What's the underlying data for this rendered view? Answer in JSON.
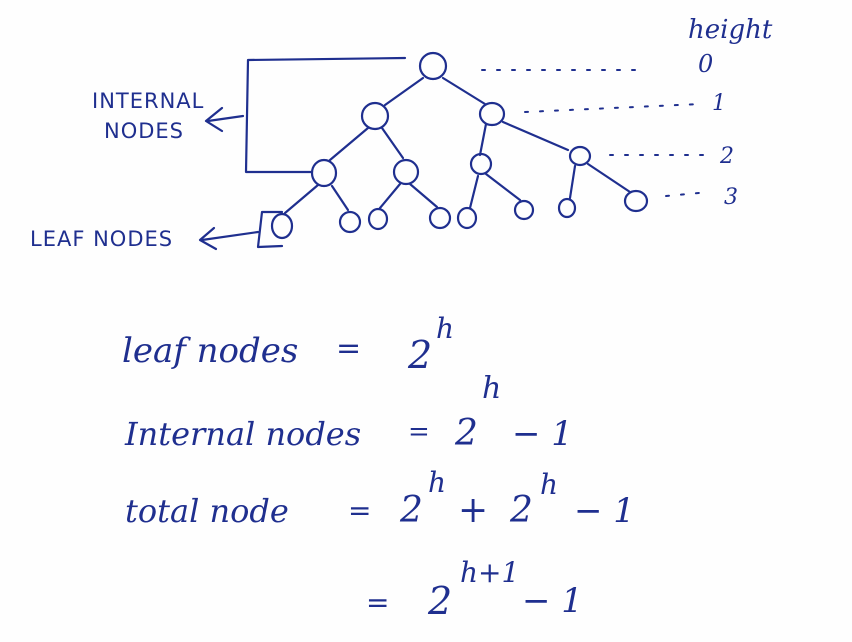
{
  "labels": {
    "height": "height",
    "levels": [
      "0",
      "1",
      "2",
      "3"
    ],
    "internal_line1": "INTERNAL",
    "internal_line2": "NODES",
    "leaf": "LEAF NODES"
  },
  "formulas": {
    "leaf_label": "leaf nodes",
    "leaf_eq": "=",
    "leaf_base": "2",
    "leaf_exp": "h",
    "internal_label": "Internal nodes",
    "internal_eq": "=",
    "internal_base": "2",
    "internal_exp": "h",
    "internal_tail": "− 1",
    "total_label": "total node",
    "total_eq": "=",
    "total_base1": "2",
    "total_exp1": "h",
    "total_plus": "+",
    "total_base2": "2",
    "total_exp2": "h",
    "total_tail": "− 1",
    "final_eq": "=",
    "final_base": "2",
    "final_exp": "h+1",
    "final_tail": "− 1"
  },
  "colors": {
    "ink": "#1f2f8f",
    "paper": "#fefefe"
  }
}
